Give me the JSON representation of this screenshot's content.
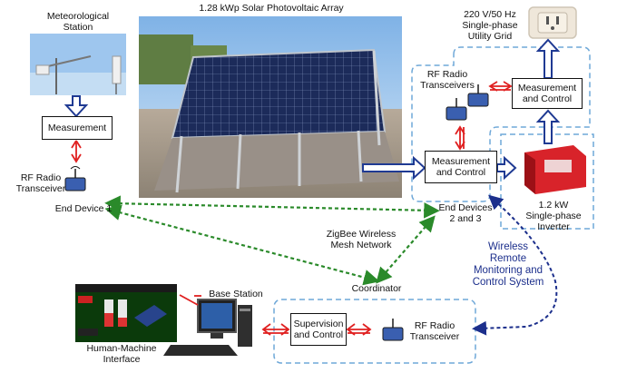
{
  "title": "1.28 kWp Solar Photovoltaic Array",
  "labels": {
    "met_station": [
      "Meteorological",
      "Station"
    ],
    "measurement": "Measurement",
    "rf_transceiver_left": [
      "RF Radio",
      "Transceiver"
    ],
    "end_device_1": "End Device 1",
    "grid": [
      "220 V/50 Hz",
      "Single-phase",
      "Utility Grid"
    ],
    "rf_transceivers_top": [
      "RF Radio",
      "Transceivers"
    ],
    "meas_control_top": [
      "Measurement",
      "and Control"
    ],
    "meas_control_mid": [
      "Measurement",
      "and Control"
    ],
    "end_devices_23": [
      "End Devices",
      "2 and 3"
    ],
    "inverter": [
      "1.2 kW",
      "Single-phase",
      "Inverter"
    ],
    "zigbee": [
      "ZigBee Wireless",
      "Mesh Network"
    ],
    "wireless_system": [
      "Wireless",
      "Remote",
      "Monitoring and",
      "Control System"
    ],
    "coordinator": "Coordinator",
    "base_station": "Base Station",
    "supervision": [
      "Supervision",
      "and Control"
    ],
    "rf_transceiver_bottom": [
      "RF Radio",
      "Transceiver"
    ],
    "hmi": [
      "Human-Machine",
      "Interface"
    ]
  },
  "colors": {
    "blue_arrow": "#1f3a93",
    "red_arrow": "#e02020",
    "green_link": "#2a8a2a",
    "dashed_box": "#6fa8d8",
    "navy_link": "#1c2f8c"
  },
  "icons": [
    "weather-station-photo",
    "solar-panel-photo",
    "antenna-icon",
    "power-outlet-icon",
    "inverter-photo",
    "computer-photo",
    "hmi-screenshot"
  ]
}
